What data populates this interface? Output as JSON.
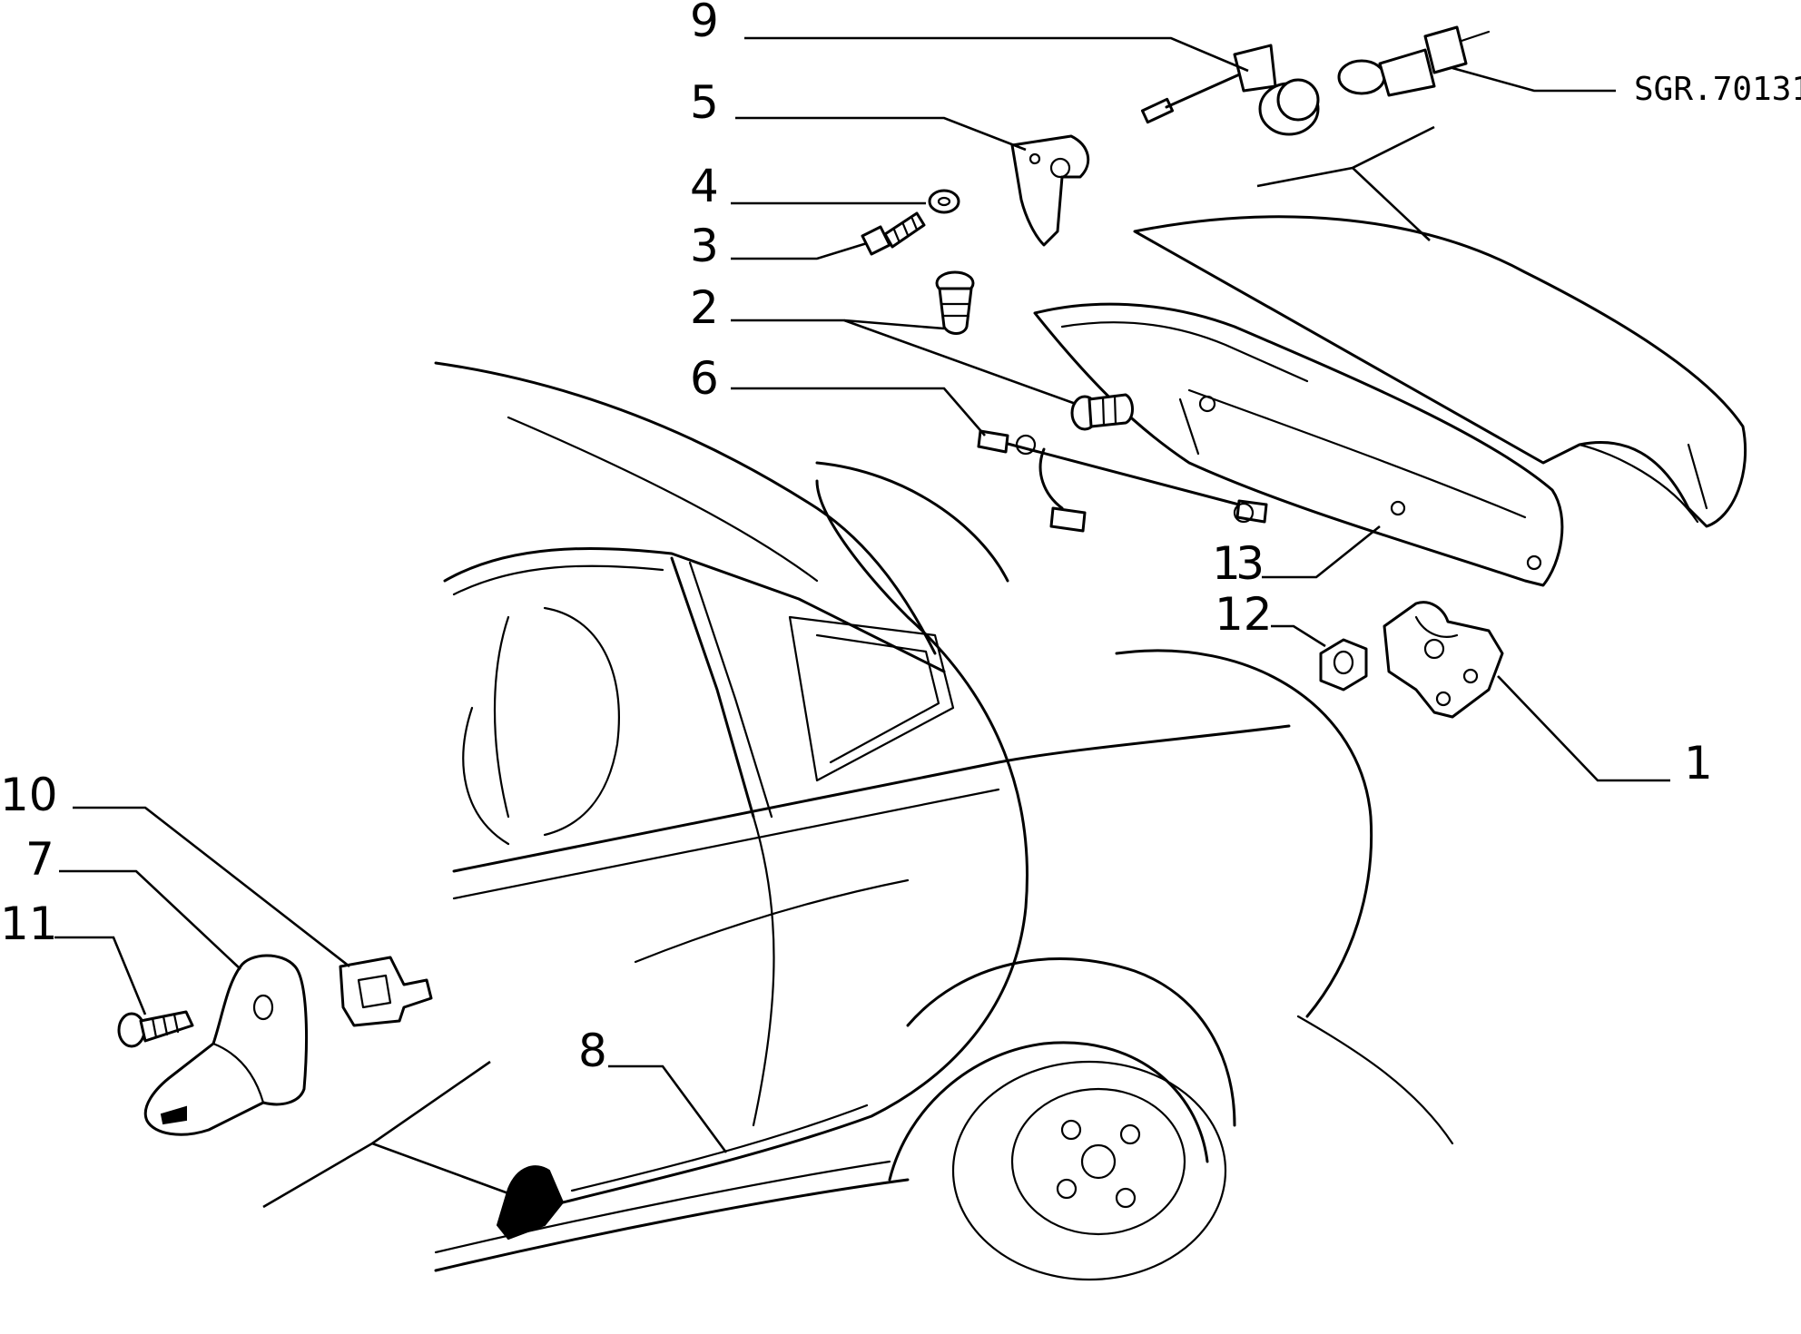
{
  "reference_code": "SGR.70131",
  "callouts": [
    {
      "id": "1",
      "label": "1"
    },
    {
      "id": "2",
      "label": "2"
    },
    {
      "id": "3",
      "label": "3"
    },
    {
      "id": "4",
      "label": "4"
    },
    {
      "id": "5",
      "label": "5"
    },
    {
      "id": "6",
      "label": "6"
    },
    {
      "id": "7",
      "label": "7"
    },
    {
      "id": "8",
      "label": "8"
    },
    {
      "id": "9",
      "label": "9"
    },
    {
      "id": "10",
      "label": "10"
    },
    {
      "id": "11",
      "label": "11"
    },
    {
      "id": "12",
      "label": "12"
    },
    {
      "id": "13",
      "label": "13"
    }
  ]
}
